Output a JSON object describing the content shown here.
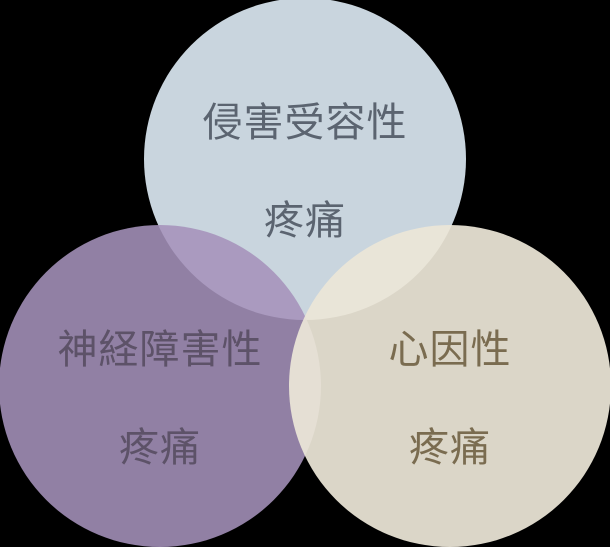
{
  "diagram": {
    "type": "venn",
    "circles": [
      {
        "id": "top",
        "line1": "侵害受容性",
        "line2": "疼痛",
        "fill": "#d0dce5",
        "text_color": "#5b6470"
      },
      {
        "id": "left",
        "line1": "神経障害性",
        "line2": "疼痛",
        "fill": "#a592bb",
        "text_color": "#5d5268"
      },
      {
        "id": "right",
        "line1": "心因性",
        "line2": "疼痛",
        "fill": "#ece6d7",
        "text_color": "#7a6c50"
      }
    ],
    "background": "#000000"
  }
}
